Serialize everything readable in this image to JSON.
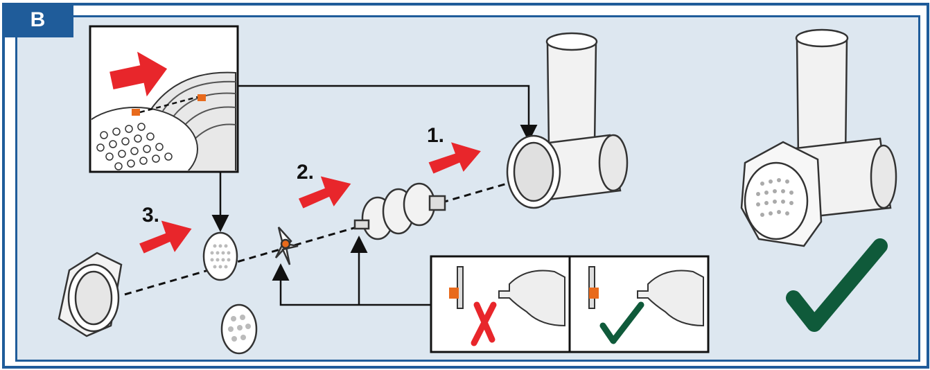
{
  "figure": {
    "panel_label": "B",
    "steps": [
      {
        "label": "1."
      },
      {
        "label": "2."
      },
      {
        "label": "3."
      }
    ],
    "colors": {
      "frame": "#1f5c9a",
      "panel_bg": "#dde7f0",
      "arrow": "#e8262b",
      "highlight": "#e86a1c",
      "check": "#0f5a3a",
      "cross": "#e8262b"
    },
    "icons": {
      "correct": "check-icon",
      "incorrect": "cross-icon"
    }
  }
}
